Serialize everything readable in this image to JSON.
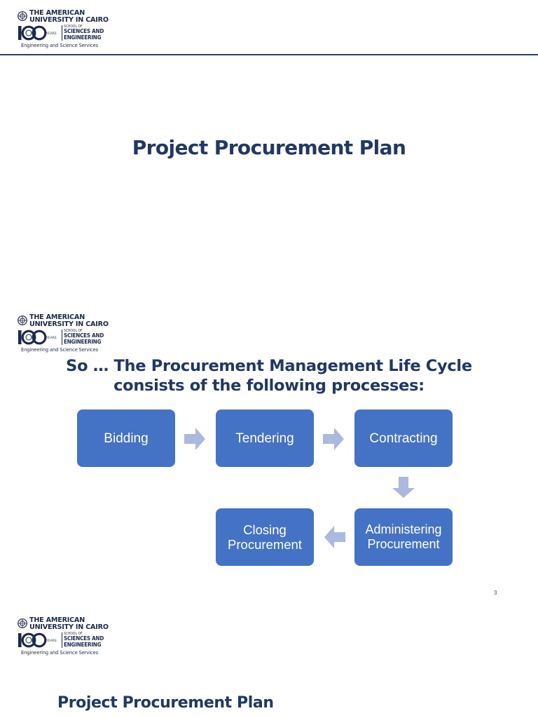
{
  "logo": {
    "name_line1": "THE AMERICAN",
    "name_line2": "UNIVERSITY IN CAIRO",
    "years_label": "YEARS",
    "school_of": "SCHOOL OF",
    "school_line1": "SCIENCES AND",
    "school_line2": "ENGINEERING",
    "subtitle": "Engineering and Science Services",
    "brand_color": "#1b2a4a"
  },
  "slide1": {
    "title": "Project Procurement Plan"
  },
  "slide2": {
    "title_line1": "So … The Procurement Management Life Cycle",
    "title_line2": "consists of the following processes:",
    "processes": {
      "bidding": "Bidding",
      "tendering": "Tendering",
      "contracting": "Contracting",
      "administering_1": "Administering",
      "administering_2": "Procurement",
      "closing_1": "Closing",
      "closing_2": "Procurement"
    },
    "page_number": "3",
    "box_color": "#4472c4",
    "arrow_color": "#aab9de",
    "title_color": "#1f3864"
  },
  "slide3": {
    "title": "Project Procurement Plan"
  }
}
